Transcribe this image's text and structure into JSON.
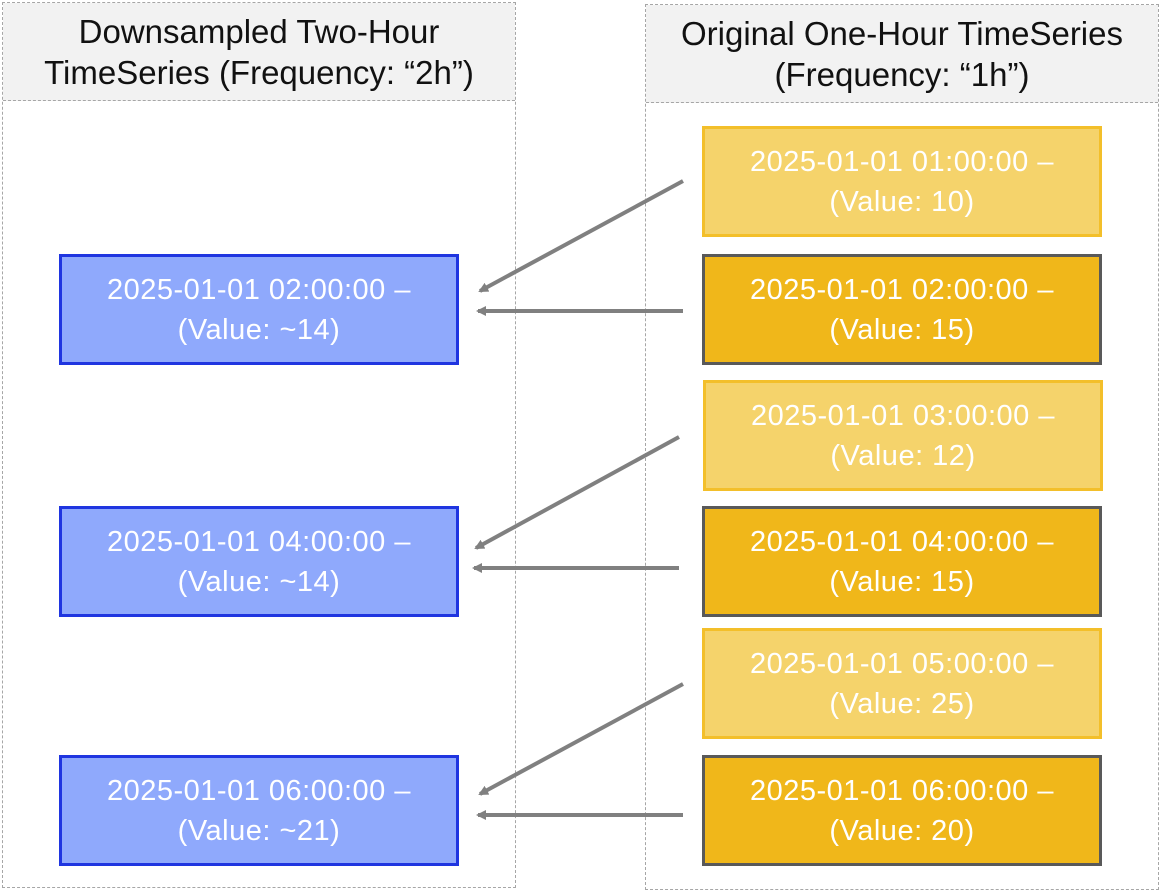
{
  "panels": {
    "downsampled": {
      "title_line1": "Downsampled Two-Hour",
      "title_line2": "TimeSeries (Frequency: “2h”)"
    },
    "original": {
      "title_line1": "Original One-Hour TimeSeries",
      "title_line2": "(Frequency: “1h”)"
    }
  },
  "downsampled_nodes": [
    {
      "timestamp": "2025-01-01 02:00:00 –",
      "value": "(Value: ~14)"
    },
    {
      "timestamp": "2025-01-01 04:00:00 –",
      "value": "(Value: ~14)"
    },
    {
      "timestamp": "2025-01-01 06:00:00 –",
      "value": "(Value: ~21)"
    }
  ],
  "original_nodes": [
    {
      "timestamp": "2025-01-01 01:00:00 –",
      "value": "(Value: 10)"
    },
    {
      "timestamp": "2025-01-01 02:00:00 –",
      "value": "(Value: 15)"
    },
    {
      "timestamp": "2025-01-01 03:00:00 –",
      "value": "(Value: 12)"
    },
    {
      "timestamp": "2025-01-01 04:00:00 –",
      "value": "(Value: 15)"
    },
    {
      "timestamp": "2025-01-01 05:00:00 –",
      "value": "(Value: 25)"
    },
    {
      "timestamp": "2025-01-01 06:00:00 –",
      "value": "(Value: 20)"
    }
  ],
  "colors": {
    "downsampled_fill": "#8fa9fc",
    "downsampled_border": "#1f35e0",
    "original_even_fill": "#f0b71a",
    "original_even_border": "#595959",
    "original_odd_fill": "#f5d36b",
    "original_odd_border": "#f3bf2a",
    "arrow": "#808080"
  }
}
